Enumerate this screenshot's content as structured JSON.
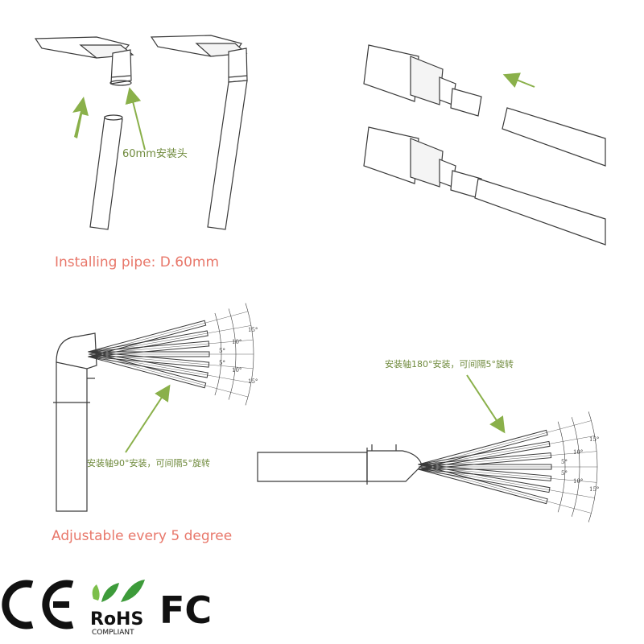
{
  "captions": {
    "installing_pipe": "Installing pipe: D.60mm",
    "adjustable": "Adjustable every 5 degree"
  },
  "annotations": {
    "head_60mm": "60mm安装头",
    "axis_90": "安装轴90°安装，可间隔5°旋转",
    "axis_180": "安装轴180°安装，可间隔5°旋转"
  },
  "angle_labels": {
    "outer": "15°",
    "middle": "10°",
    "inner": "5°"
  },
  "certifications": {
    "ce": "CE",
    "rohs": "RoHS",
    "rohs_sub": "COMPLIANT",
    "fcc": "FC"
  },
  "colors": {
    "line": "#3a3a3a",
    "arrow_green": "#8ab04a",
    "caption_salmon": "#e8776a",
    "note_green": "#6f8a3c",
    "leaf_green": "#3d9b3a"
  }
}
